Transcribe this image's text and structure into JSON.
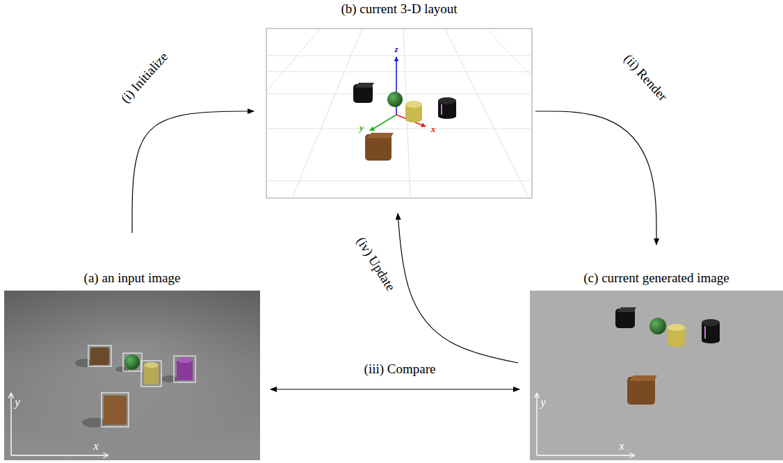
{
  "diagram": {
    "nodes": [
      {
        "text": [
          "(b) current 3-D layout"
        ]
      },
      {
        "text": [
          "(a) an input image"
        ]
      },
      {
        "text": [
          "(c) current generated image"
        ]
      }
    ],
    "edges": [
      {
        "from": 1,
        "to": 0,
        "label": "(i) Initialize",
        "arrow": "to"
      },
      {
        "from": 0,
        "to": 2,
        "label": "(ii) Render",
        "arrow": "to"
      },
      {
        "from": 1,
        "to": 2,
        "label": "(iii) Compare",
        "arrow": "both"
      },
      {
        "from": 2,
        "to": 0,
        "label": "(iv) Update",
        "arrow": "to"
      }
    ],
    "labels": [
      "z",
      "y",
      "x",
      "y",
      "x",
      "y",
      "x"
    ]
  }
}
